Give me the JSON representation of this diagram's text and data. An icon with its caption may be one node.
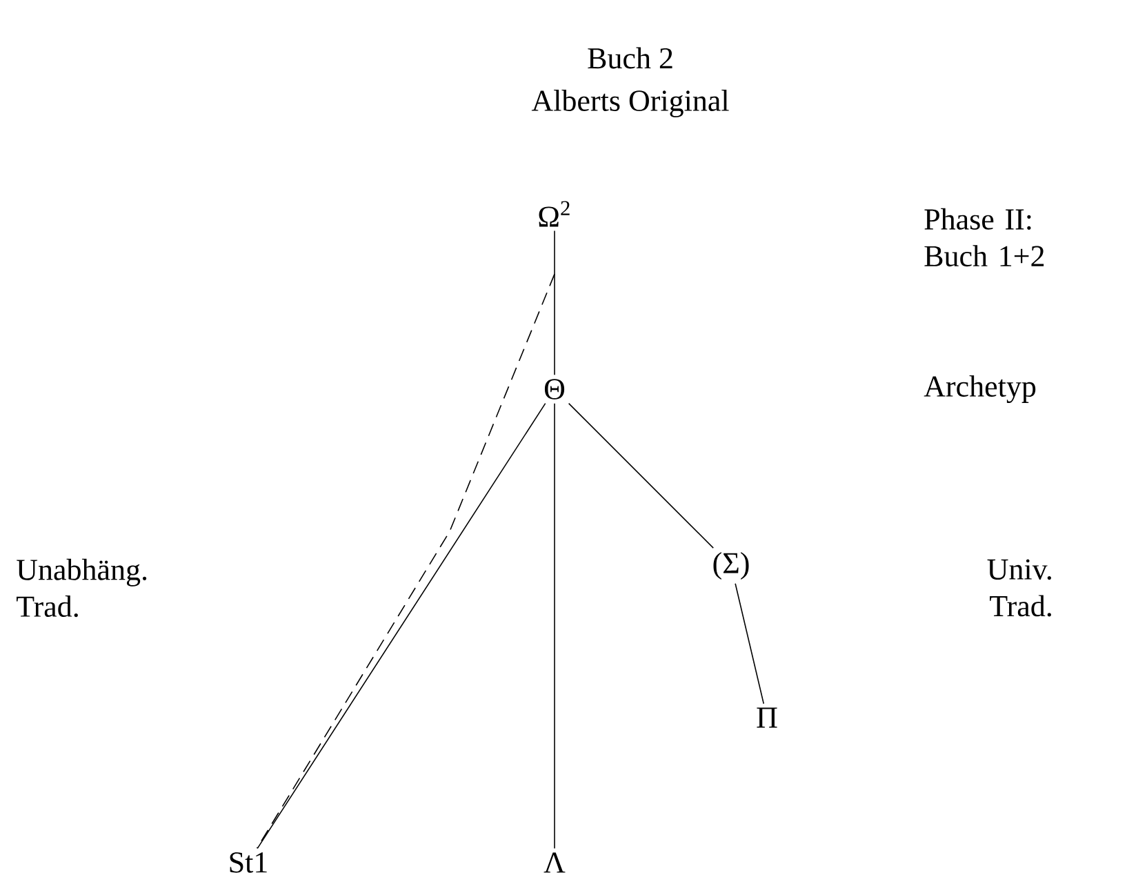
{
  "diagram": {
    "title": "Buch 2",
    "nodes": [
      {
        "text": [
          "Ω$^{2}$"
        ]
      },
      {
        "text": [
          "Θ"
        ]
      },
      {
        "text": [
          "(Σ)"
        ]
      },
      {
        "text": [
          "Π"
        ]
      },
      {
        "text": [
          "St1"
        ]
      },
      {
        "text": [
          "Λ"
        ]
      }
    ],
    "edges": [
      {
        "from": 0,
        "to": 1,
        "arrow": "none"
      },
      {
        "from": 0,
        "to": 4,
        "arrow": "none",
        "style": "dashed"
      },
      {
        "from": 1,
        "to": 4,
        "arrow": "none"
      },
      {
        "from": 1,
        "to": 5,
        "arrow": "none"
      },
      {
        "from": 1,
        "to": 2,
        "arrow": "none"
      },
      {
        "from": 2,
        "to": 3,
        "arrow": "none"
      }
    ],
    "labels": [
      "Alberts Original",
      "Phase II: Buch 1+2",
      "Archetyp",
      "Unabhäng. Trad.",
      "Univ. Trad."
    ]
  }
}
